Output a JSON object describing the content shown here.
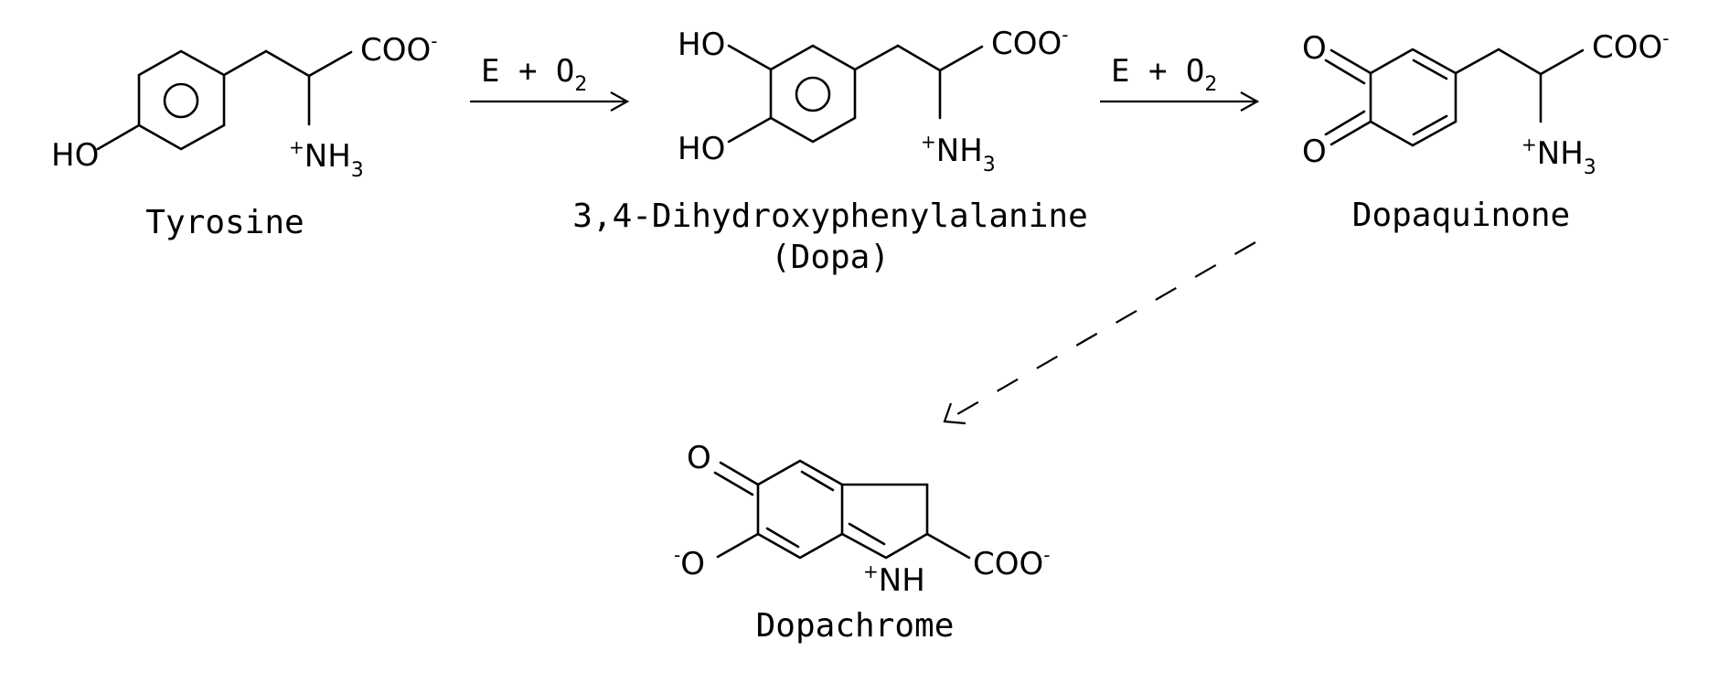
{
  "reagents": {
    "step1": {
      "main": "E + O",
      "sub": "2"
    },
    "step2": {
      "main": "E + O",
      "sub": "2"
    }
  },
  "tyrosine": {
    "name": "Tyrosine",
    "ho": "HO",
    "coo": "COO",
    "coo_charge": "-",
    "nh_charge": "+",
    "nh": "NH",
    "nh_sub": "3"
  },
  "dopa": {
    "name_line1": "3,4-Dihydroxyphenylalanine",
    "name_line2": "(Dopa)",
    "ho1": "HO",
    "ho2": "HO",
    "coo": "COO",
    "coo_charge": "-",
    "nh_charge": "+",
    "nh": "NH",
    "nh_sub": "3"
  },
  "dopaquinone": {
    "name": "Dopaquinone",
    "o1": "O",
    "o2": "O",
    "coo": "COO",
    "coo_charge": "-",
    "nh_charge": "+",
    "nh": "NH",
    "nh_sub": "3"
  },
  "dopachrome": {
    "name": "Dopachrome",
    "o_keto": "O",
    "o_minus_charge": "-",
    "o_minus": "O",
    "nh_charge": "+",
    "nh": "NH",
    "coo": "COO",
    "coo_charge": "-"
  }
}
